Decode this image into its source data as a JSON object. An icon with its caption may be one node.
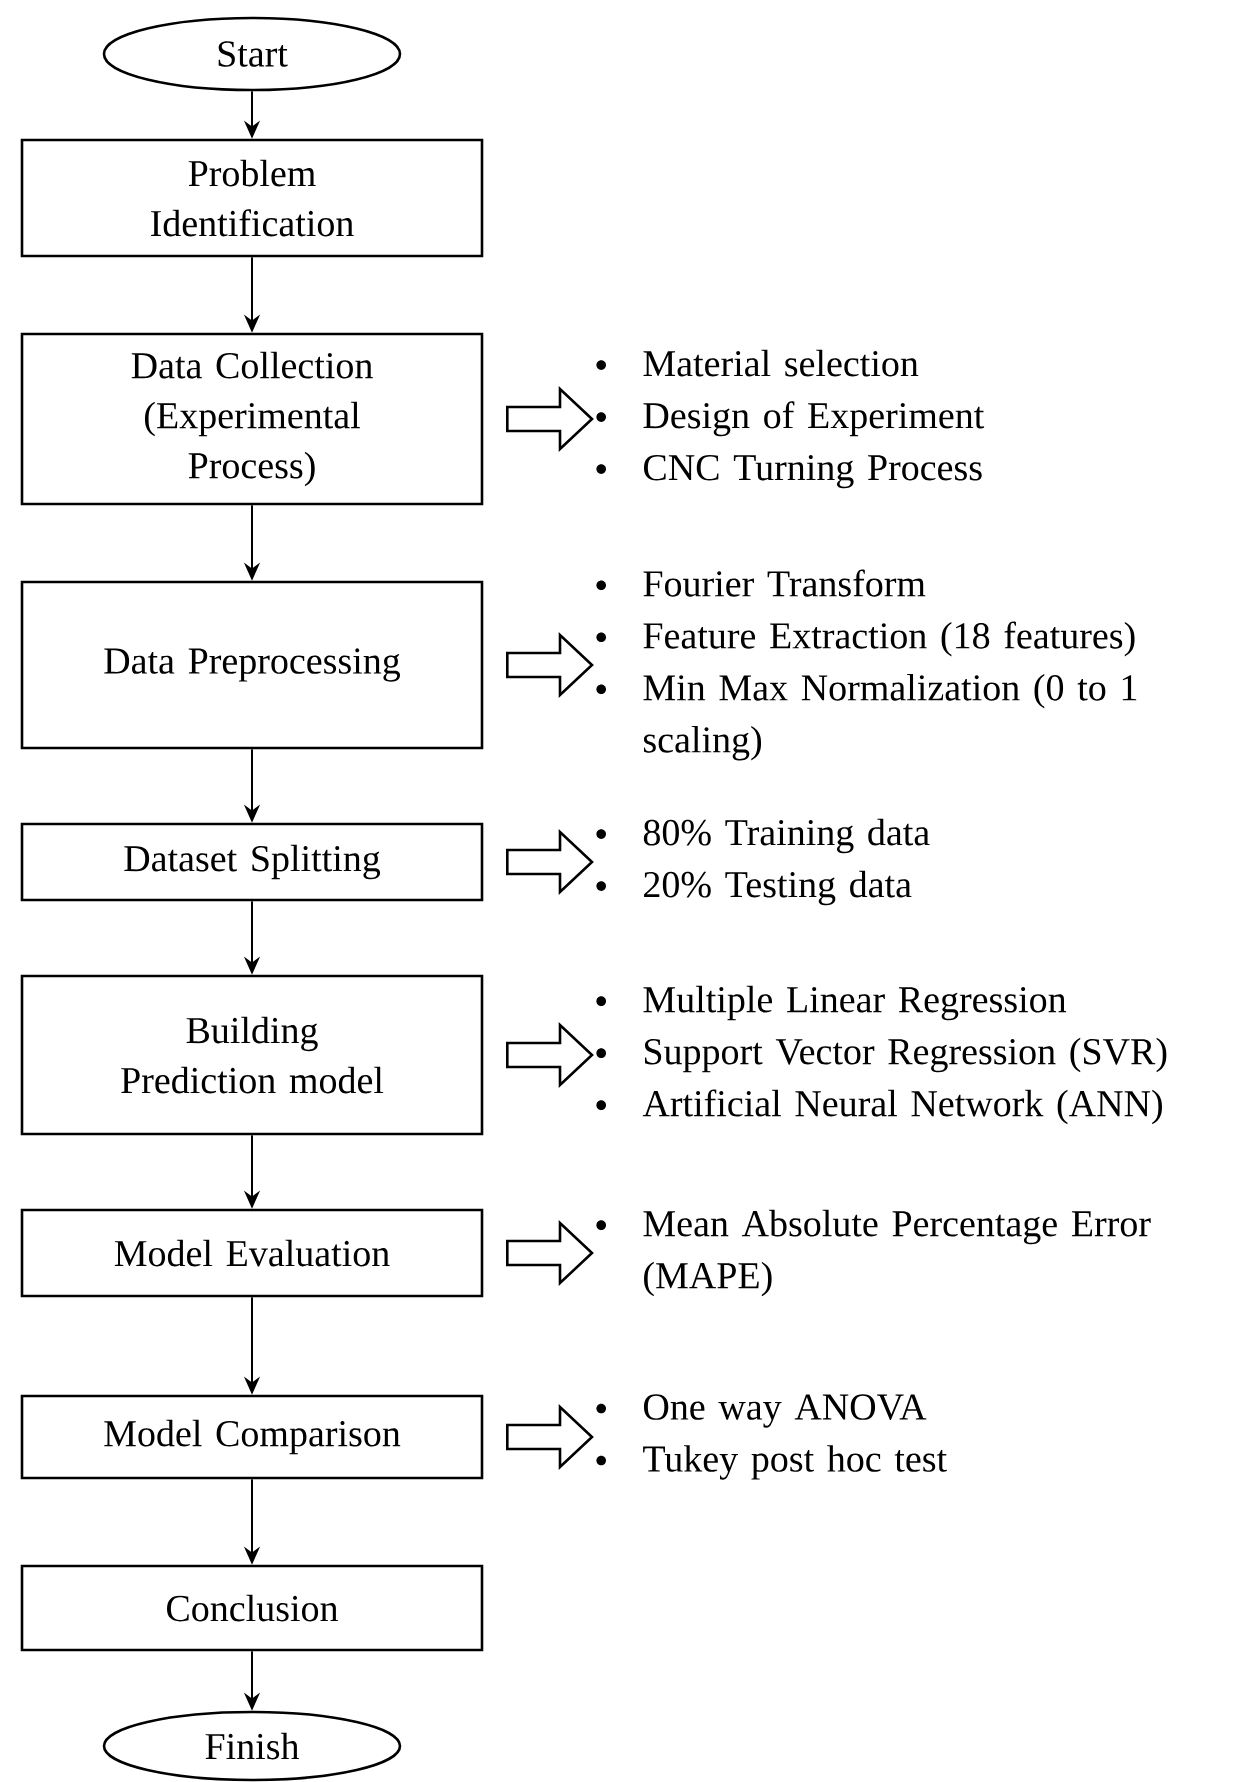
{
  "diagram": {
    "nodes": [
      {
        "text": [
          "Start"
        ]
      },
      {
        "text": [
          "Problem Identification"
        ]
      },
      {
        "text": [
          "Data Collection (Experimental Process)"
        ]
      },
      {
        "text": [
          "Material selection",
          "Design of Experiment",
          "CNC Turning Process"
        ]
      },
      {
        "text": [
          "Data Preprocessing"
        ]
      },
      {
        "text": [
          "Fourier Transform",
          "Feature Extraction (18 features)",
          "Min Max Normalization (0 to 1 scaling)"
        ]
      },
      {
        "text": [
          "Dataset Splitting"
        ]
      },
      {
        "text": [
          "80% Training data",
          "20% Testing data"
        ]
      },
      {
        "text": [
          "Building Prediction model"
        ]
      },
      {
        "text": [
          "Multiple Linear Regression",
          "Support Vector Regression (SVR)",
          "Artificial Neural Network (ANN)"
        ]
      },
      {
        "text": [
          "Model Evaluation"
        ]
      },
      {
        "text": [
          "Mean Absolute Percentage Error (MAPE)"
        ]
      },
      {
        "text": [
          "Model Comparison"
        ]
      },
      {
        "text": [
          "One way ANOVA",
          "Tukey post hoc test"
        ]
      },
      {
        "text": [
          "Conclusion"
        ]
      },
      {
        "text": [
          "Finish"
        ]
      }
    ],
    "edges": [
      {
        "from": 0,
        "to": 1,
        "arrow": "to"
      },
      {
        "from": 1,
        "to": 2,
        "arrow": "to"
      },
      {
        "from": 2,
        "to": 3,
        "arrow": "to"
      },
      {
        "from": 2,
        "to": 4,
        "arrow": "to"
      },
      {
        "from": 4,
        "to": 5,
        "arrow": "to"
      },
      {
        "from": 4,
        "to": 6,
        "arrow": "to"
      },
      {
        "from": 6,
        "to": 7,
        "arrow": "to"
      },
      {
        "from": 6,
        "to": 8,
        "arrow": "to"
      },
      {
        "from": 8,
        "to": 9,
        "arrow": "to"
      },
      {
        "from": 8,
        "to": 10,
        "arrow": "to"
      },
      {
        "from": 10,
        "to": 11,
        "arrow": "to"
      },
      {
        "from": 10,
        "to": 12,
        "arrow": "to"
      },
      {
        "from": 12,
        "to": 13,
        "arrow": "to"
      },
      {
        "from": 12,
        "to": 14,
        "arrow": "to"
      },
      {
        "from": 14,
        "to": 15,
        "arrow": "to"
      }
    ]
  }
}
